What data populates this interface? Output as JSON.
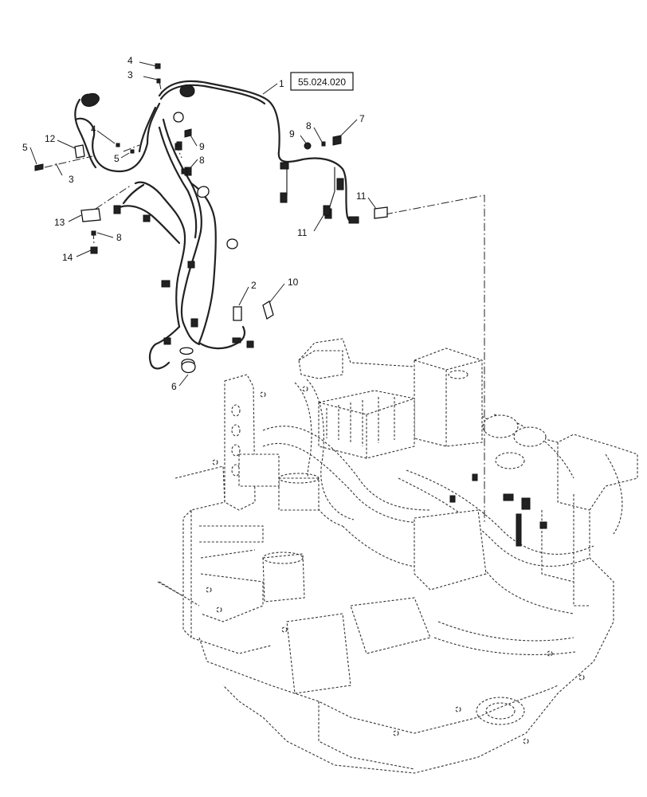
{
  "diagram": {
    "reference_label": "55.024.020",
    "callouts": [
      "1",
      "2",
      "3",
      "3",
      "4",
      "4",
      "5",
      "5",
      "6",
      "7",
      "8",
      "8",
      "8",
      "9",
      "9",
      "10",
      "11",
      "11",
      "12",
      "13",
      "14"
    ]
  }
}
